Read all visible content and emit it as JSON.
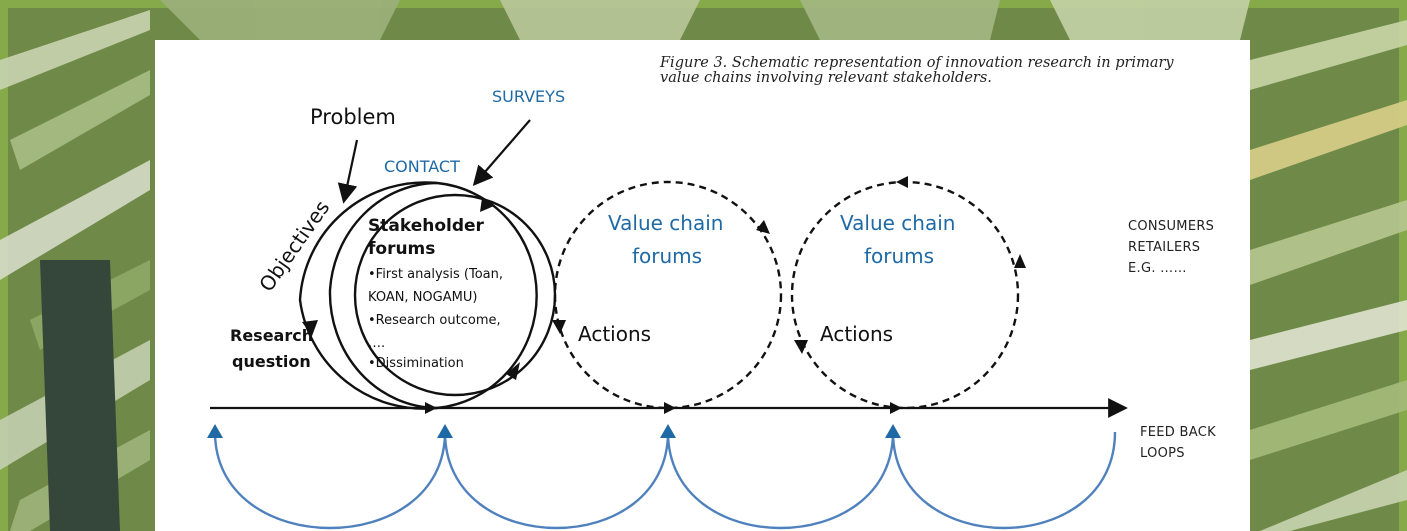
{
  "caption": {
    "line1": "Figure 3. Schematic representation of innovation research in primary",
    "line2": "value chains involving relevant stakeholders."
  },
  "labels": {
    "surveys": "SURVEYS",
    "problem": "Problem",
    "contact": "CONTACT",
    "objectives": "Objectives",
    "research_question_1": "Research",
    "research_question_2": "question",
    "stakeholder_forums_1": "Stakeholder",
    "stakeholder_forums_2": "forums",
    "bullets": [
      "•First analysis (Toan,",
      "KOAN, NOGAMU)",
      "•Research outcome,",
      "….",
      "•Dissimination"
    ],
    "value_chain_forums": [
      {
        "line1": "Value chain",
        "line2": "forums",
        "actions": "Actions"
      },
      {
        "line1": "Value chain",
        "line2": "forums",
        "actions": "Actions"
      }
    ],
    "consumers": [
      "CONSUMERS",
      "RETAILERS",
      "E.G. ……"
    ],
    "feedback": [
      "FEED BACK",
      "LOOPS"
    ]
  },
  "colors": {
    "accent_blue": "#1f6aa5",
    "loop_blue": "#4f81bd",
    "ink": "#111111",
    "frame_green": "#6f9a3a"
  }
}
